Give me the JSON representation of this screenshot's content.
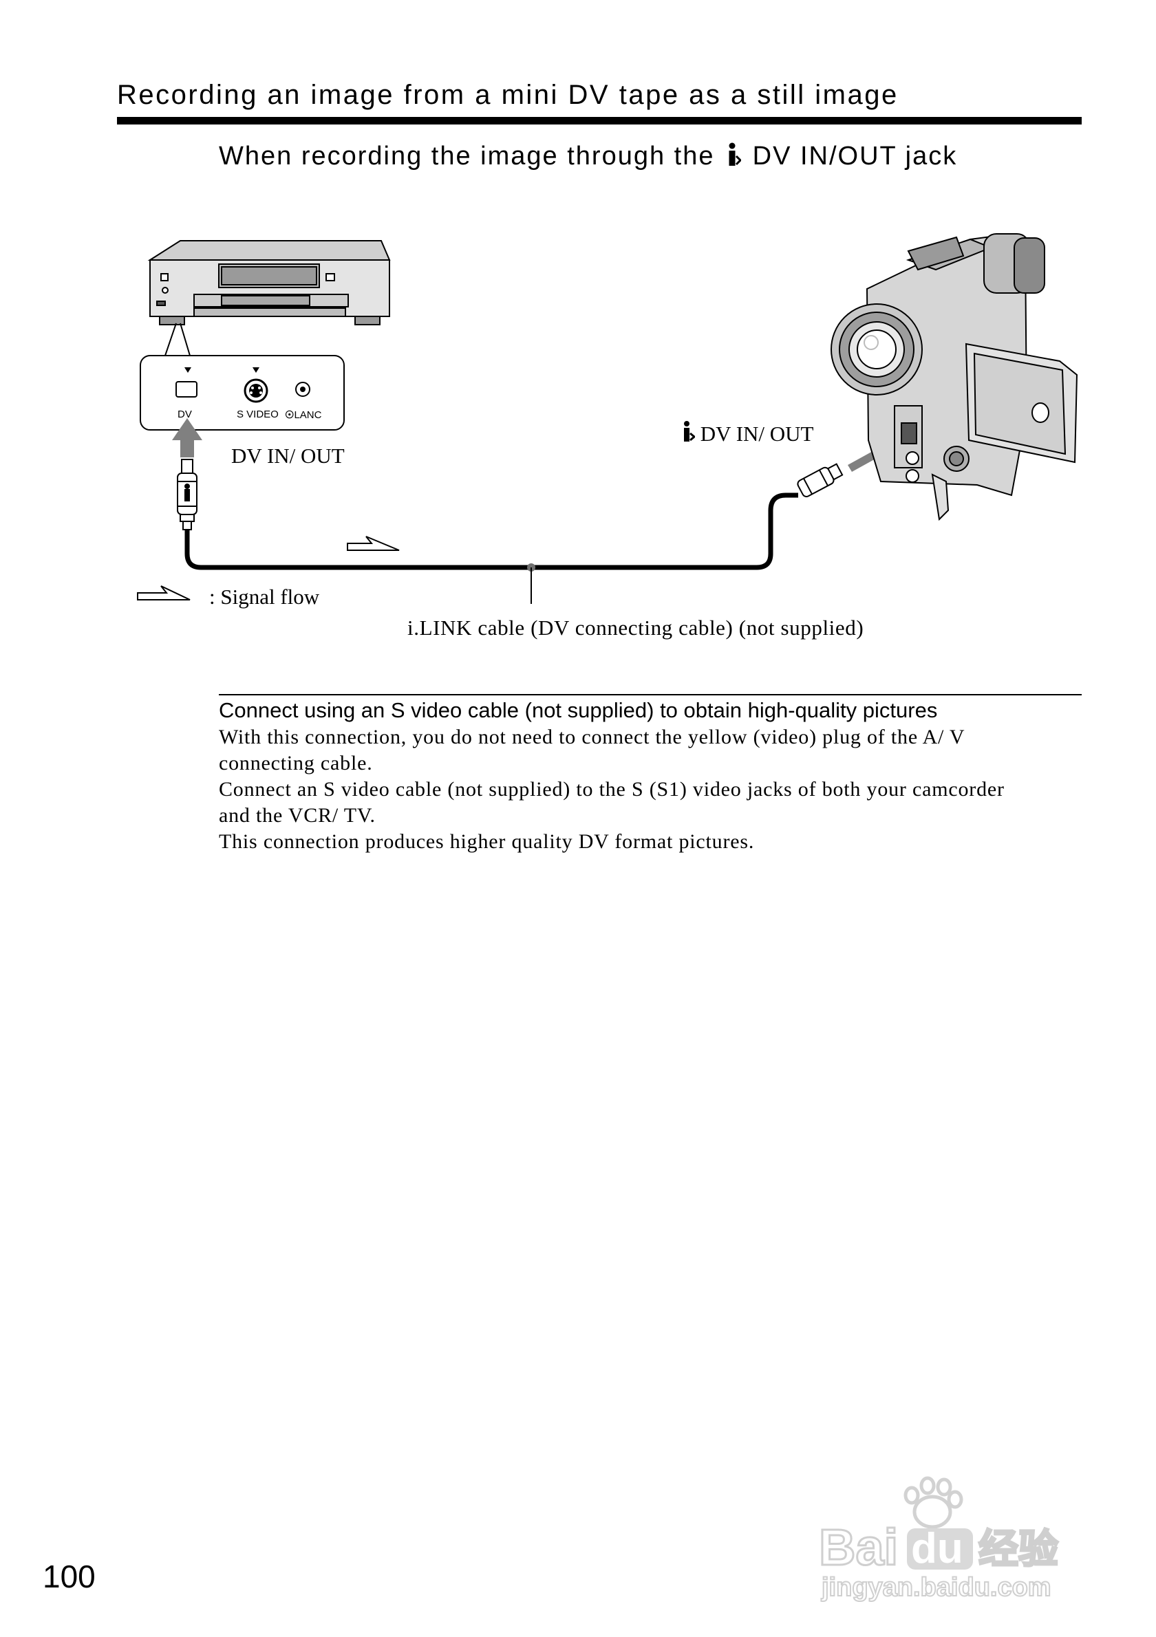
{
  "header": {
    "section_title": "Recording an image from a mini DV tape as a still image"
  },
  "subtitle": {
    "before_icon": "When recording the image through the",
    "icon": "ilink-icon",
    "after_icon": "DV IN/OUT jack"
  },
  "diagram": {
    "vcr_panel": {
      "jack_labels": [
        "DV",
        "S VIDEO",
        "LANC"
      ]
    },
    "vcr_jack_label": "DV IN/ OUT",
    "camcorder_jack_label": "DV IN/ OUT",
    "signal_flow_legend": ": Signal flow",
    "cable_label": "i.LINK cable (DV connecting cable) (not supplied)"
  },
  "note": {
    "heading": "Connect using an S video cable (not supplied) to obtain high-quality pictures",
    "lines": [
      "With this connection, you do not need to connect the yellow (video) plug of the A/ V",
      "connecting cable.",
      "Connect an S video cable (not supplied) to the S (S1) video jacks of both your camcorder",
      "and the VCR/ TV.",
      "This connection produces higher quality DV format pictures."
    ]
  },
  "footer": {
    "page_number": "100"
  },
  "watermark": {
    "brand": "Baidu 经验",
    "url": "jingyan.baidu.com"
  }
}
